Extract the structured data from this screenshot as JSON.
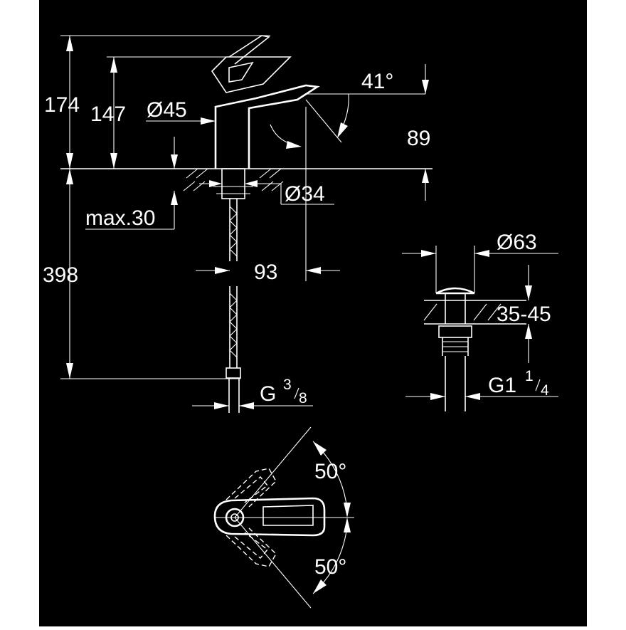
{
  "colors": {
    "background": "#000000",
    "frame": "#ffffff",
    "lines": "#ffffff"
  },
  "dimensions": {
    "total_height": "174",
    "outlet_height": "147",
    "body_diameter": "Ø45",
    "spout_angle": "41°",
    "spout_projection": "89",
    "hole_diameter": "Ø34",
    "max_deck": "max.30",
    "hose_length": "398",
    "spout_reach": "93",
    "connection_g": "G",
    "connection_num": "3",
    "connection_den": "8"
  },
  "waste": {
    "diameter": "Ø63",
    "deck_range": "35-45",
    "thread_g": "G1",
    "thread_num": "1",
    "thread_den": "4"
  },
  "top_view": {
    "angle_up": "50°",
    "angle_down": "50°"
  }
}
